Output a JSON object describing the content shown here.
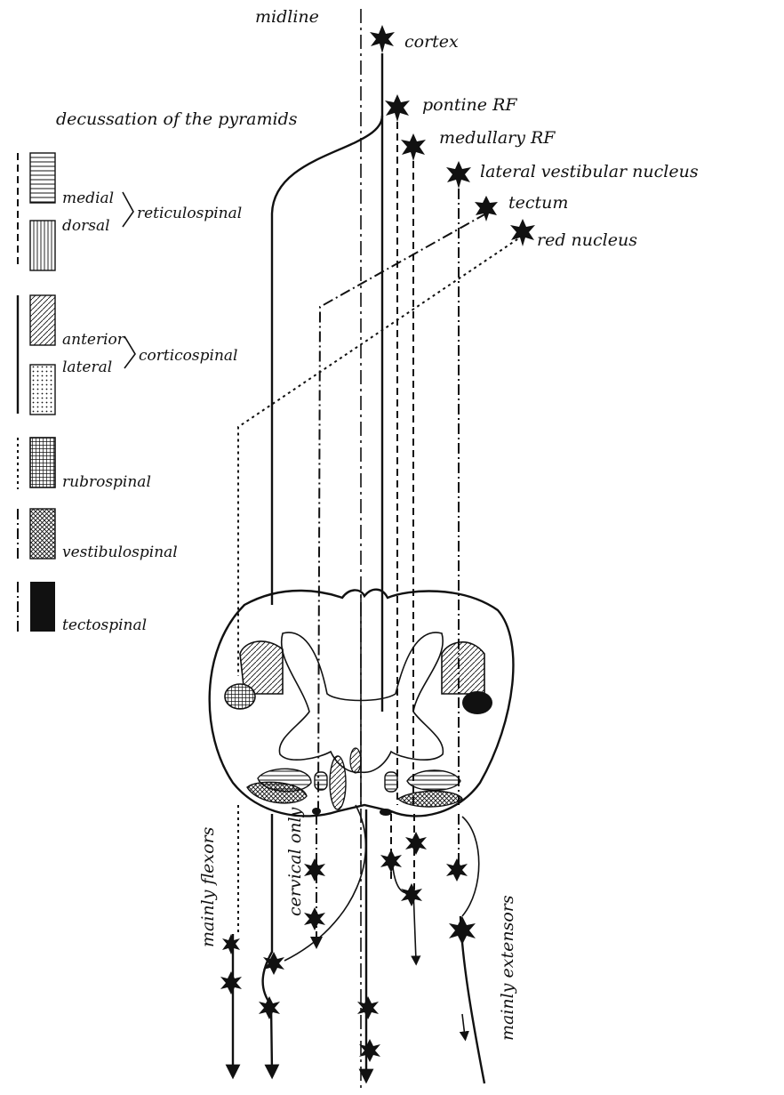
{
  "labels": {
    "midline": "midline",
    "cortex": "cortex",
    "pontine_rf": "pontine RF",
    "medullary_rf": "medullary RF",
    "lateral_vestibular": "lateral vestibular nucleus",
    "tectum": "tectum",
    "red_nucleus": "red nucleus",
    "decussation": "decussation of the pyramids",
    "mainly_flexors": "mainly flexors",
    "cervical_only": "cervical only",
    "mainly_extensors": "mainly extensors"
  },
  "legend": {
    "medial": "medial",
    "dorsal": "dorsal",
    "reticulospinal": "reticulospinal",
    "anterior": "anterior",
    "lateral": "lateral",
    "corticospinal": "corticospinal",
    "rubrospinal": "rubrospinal",
    "vestibulospinal": "vestibulospinal",
    "tectospinal": "tectospinal"
  }
}
